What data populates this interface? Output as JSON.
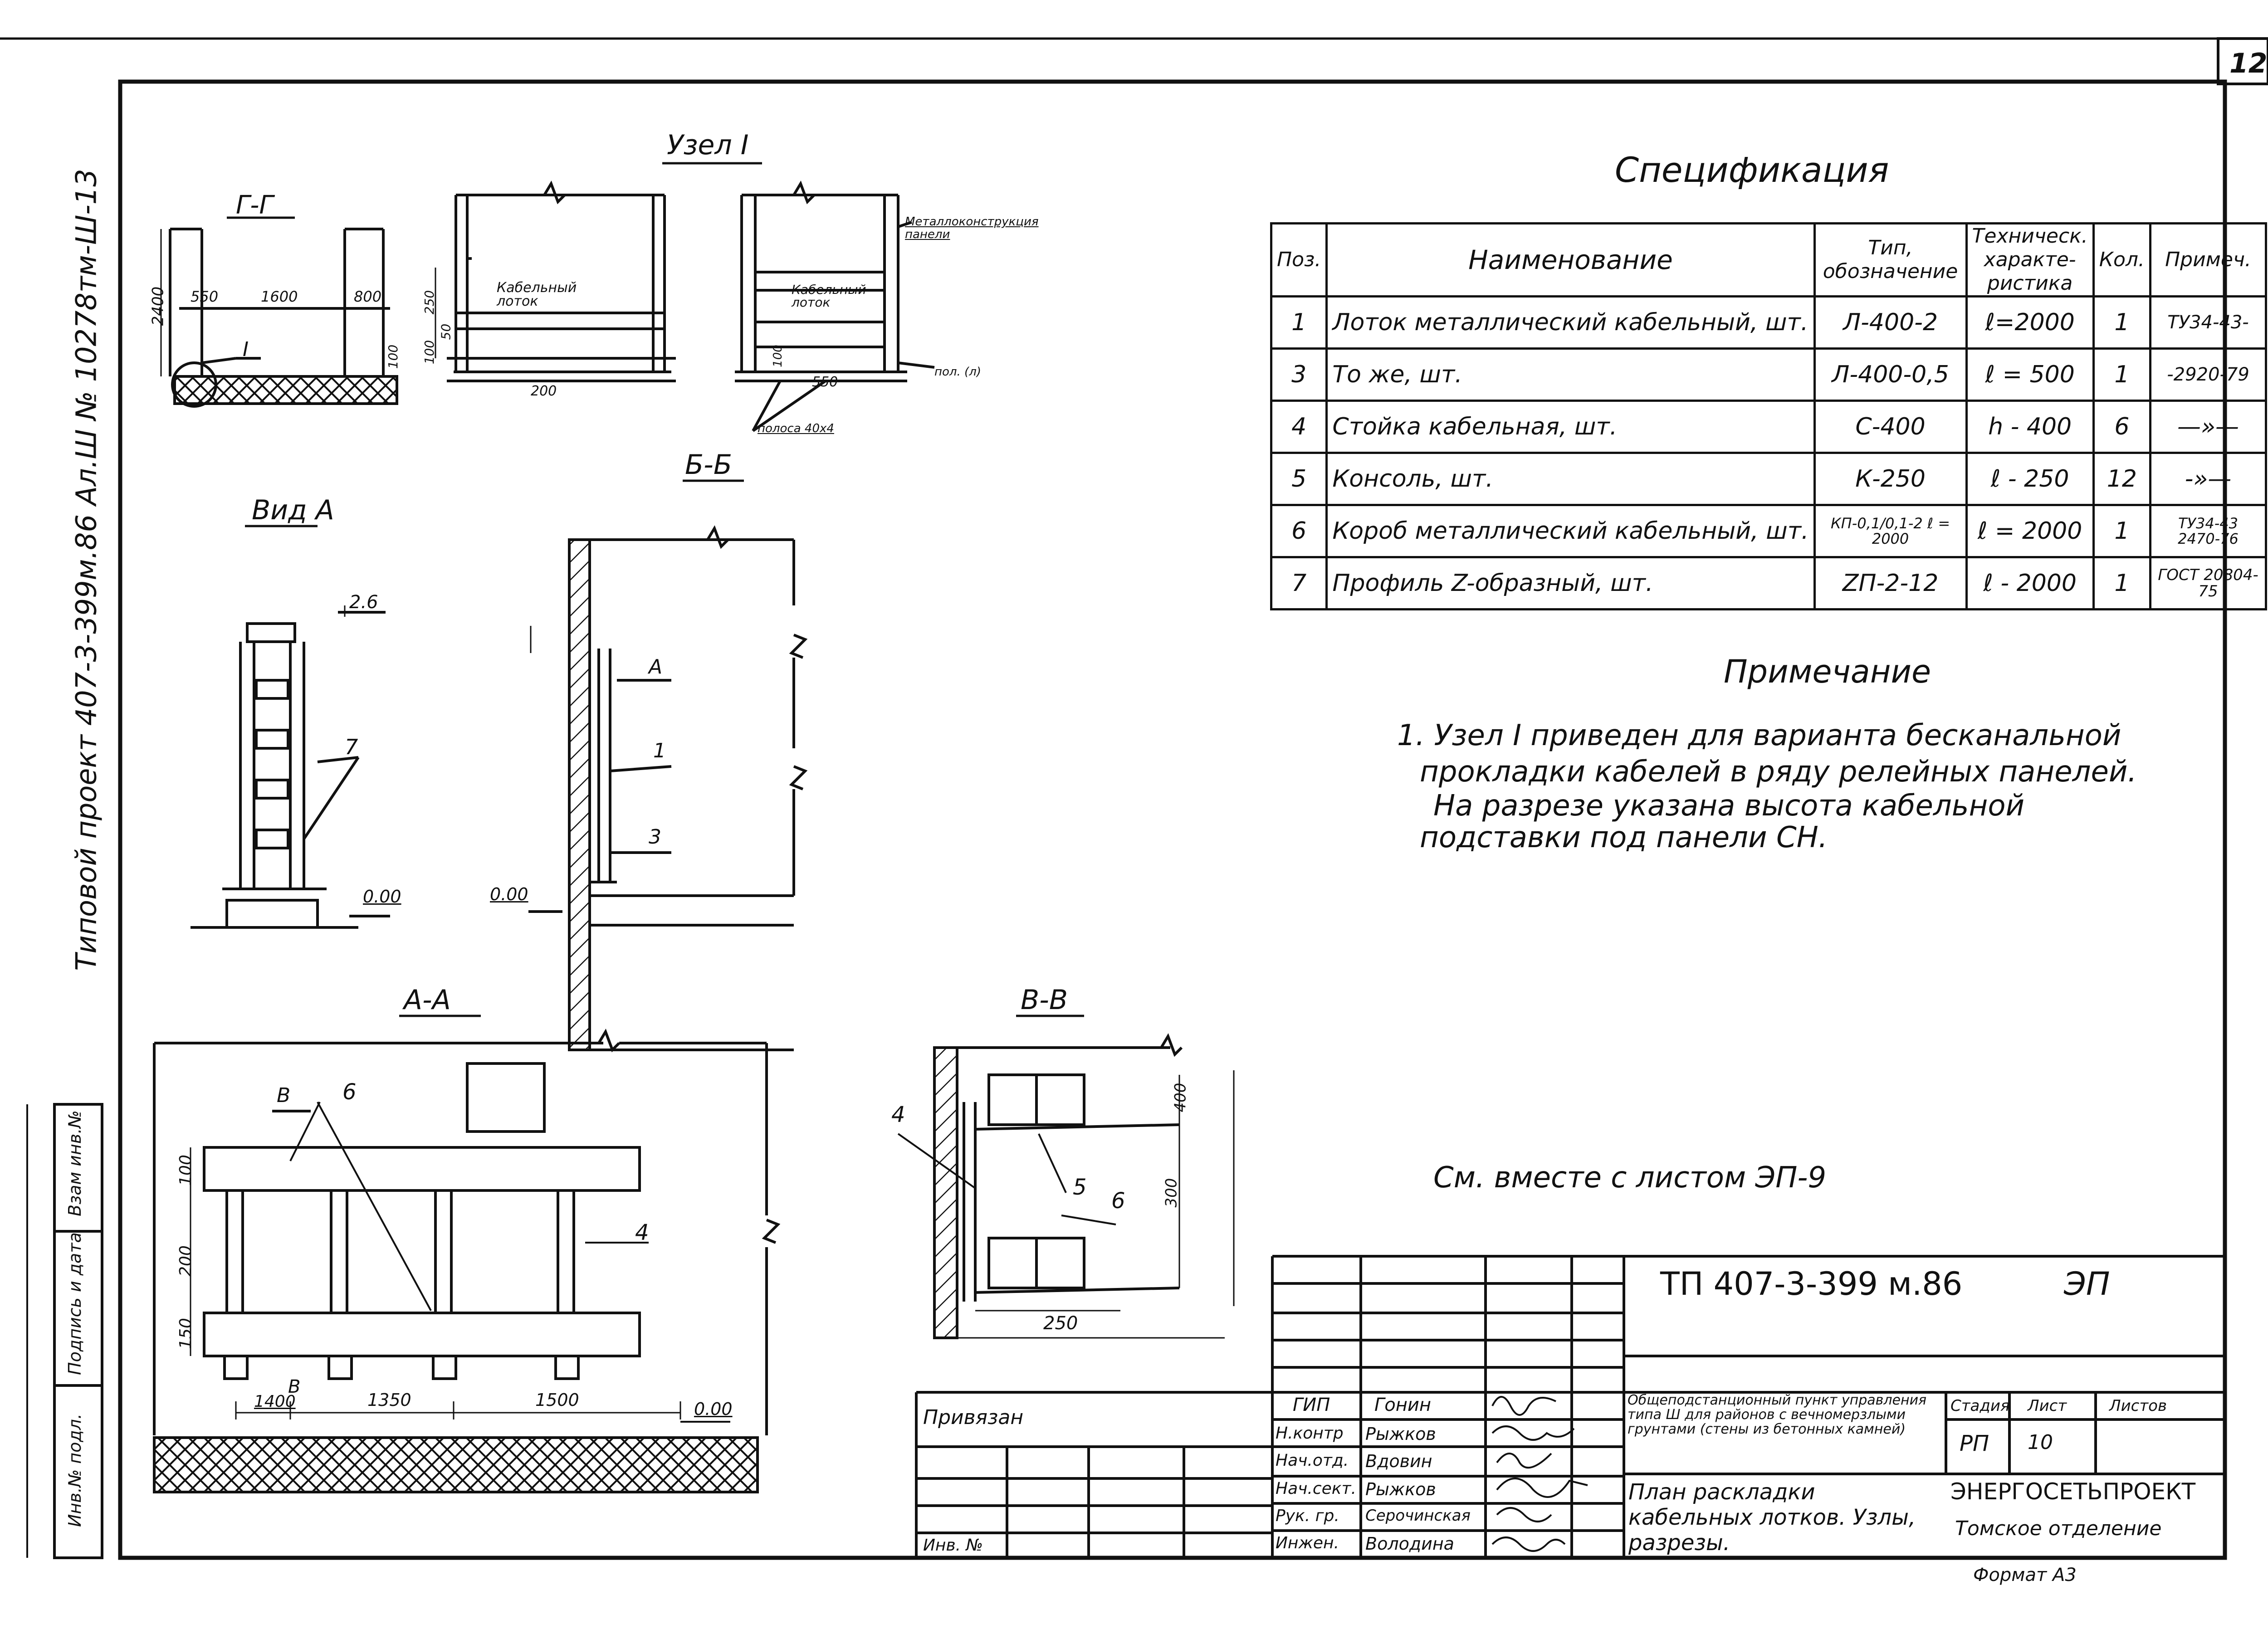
{
  "sheet_number": "12",
  "side_caption": "Типовой проект 407-3-399м.86 Ал.Ш № 10278тм-Ш-13",
  "side_stamp": [
    "Взам инв.№",
    "Подпись и дата",
    "Инв.№ подл."
  ],
  "views": {
    "node": "Узел I",
    "gg": "Г-Г",
    "vid_a": "Вид А",
    "bb": "Б-Б",
    "aa": "А-А",
    "vv": "В-В"
  },
  "dims": {
    "gg": [
      "2400",
      "550",
      "1600",
      "800",
      "100",
      "I"
    ],
    "node": [
      "Кабельный лоток",
      "250",
      "100",
      "50",
      "200"
    ],
    "node2": [
      "Металлоконструкция панели",
      "Кабельный лоток",
      "100",
      "550",
      "пол. (л)",
      "полоса 40х4"
    ],
    "vid_a": [
      "2.6",
      "7",
      "0.00"
    ],
    "bb": [
      "A",
      "1",
      "3",
      "0.00"
    ],
    "aa": [
      "B",
      "6",
      "100",
      "200",
      "150",
      "4",
      "B",
      "1400",
      "1350",
      "1500",
      "0.00"
    ],
    "vv": [
      "4",
      "5",
      "6",
      "400",
      "300",
      "250"
    ]
  },
  "spec": {
    "title": "Спецификация",
    "headers": [
      "Поз.",
      "Наименование",
      "Тип, обозначение",
      "Техническ. характе- ристика",
      "Кол.",
      "Примеч."
    ],
    "rows": [
      [
        "1",
        "Лоток металлический кабельный, шт.",
        "Л-400-2",
        "ℓ=2000",
        "1",
        "ТУ34-43-"
      ],
      [
        "3",
        "То же, шт.",
        "Л-400-0,5",
        "ℓ = 500",
        "1",
        "-2920-79"
      ],
      [
        "4",
        "Стойка кабельная, шт.",
        "С-400",
        "h - 400",
        "6",
        "—»—"
      ],
      [
        "5",
        "Консоль, шт.",
        "К-250",
        "ℓ - 250",
        "12",
        "-»—"
      ],
      [
        "6",
        "Короб металлический кабельный, шт.",
        "КП-0,1/0,1-2 ℓ = 2000",
        "ℓ = 2000",
        "1",
        "ТУ34-43 2470-76"
      ],
      [
        "7",
        "Профиль Z-образный, шт.",
        "ZП-2-12",
        "ℓ - 2000",
        "1",
        "ГОСТ 20804-75"
      ]
    ]
  },
  "note": {
    "title": "Примечание",
    "lines": [
      "1. Узел I приведен для варианта бесканальной",
      "прокладки кабелей в ряду релейных панелей.",
      "На разрезе указана высота кабельной",
      "подставки под панели СН."
    ]
  },
  "see_also": "См. вместе с листом ЭП-9",
  "title_block": {
    "code": "ТП   407-3-399 м.86",
    "mark": "ЭП",
    "privyazan": "Привязан",
    "inv": "Инв. №",
    "roles": [
      "ГИП",
      "Н.контр",
      "Нач.отд.",
      "Нач.сект.",
      "Рук. гр.",
      "Инжен."
    ],
    "names": [
      "Гонин",
      "Рыжков",
      "Вдовин",
      "Рыжков",
      "Серочинская",
      "Володина"
    ],
    "object": "Общеподстанционный пункт управления типа Ш для районов с вечномерзлыми грунтами (стены из бетонных камней)",
    "stage_header": [
      "Стадия",
      "Лист",
      "Листов"
    ],
    "stage": "РП",
    "sheet": "10",
    "sheet_title": "План раскладки кабельных лотков. Узлы, разрезы.",
    "org": "ЭНЕРГОСЕТЬПРОЕКТ",
    "org_sub": "Томское отделение",
    "format": "Формат А3"
  }
}
